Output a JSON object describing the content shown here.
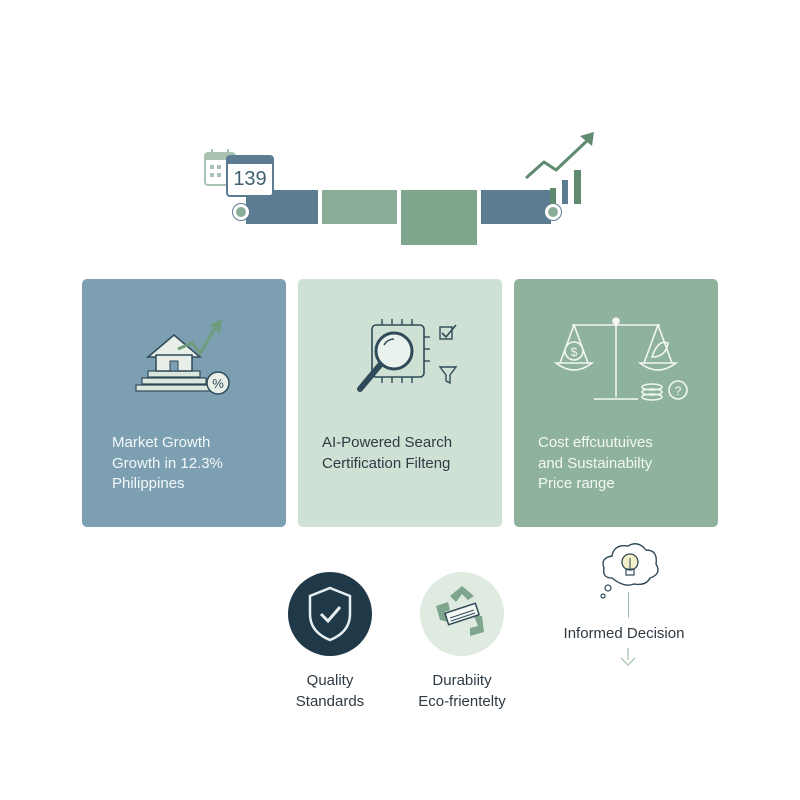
{
  "timeline": {
    "calendar_number": "139",
    "left_icon": "calendar-icon",
    "right_icon": "growth-chart-icon"
  },
  "cards": [
    {
      "icon": "house-growth-icon",
      "lines": [
        "Market Growth",
        "Growth in 12.3%",
        "Philippines"
      ],
      "color": "#7d9fb2"
    },
    {
      "icon": "search-chip-icon",
      "lines": [
        "AI-Powered Search",
        "Certification Filteng"
      ],
      "color": "#cfe1d4"
    },
    {
      "icon": "balance-scale-icon",
      "lines": [
        "Cost effcuutuives",
        "and Sustainabilty",
        "Price range"
      ],
      "color": "#8eb29b"
    }
  ],
  "features": {
    "quality": {
      "icon": "shield-check-icon",
      "lines": [
        "Quality",
        "Standards"
      ]
    },
    "eco": {
      "icon": "recycle-icon",
      "lines": [
        "Durabiity",
        "Eco-frientelty"
      ]
    },
    "decision": {
      "icon": "lightbulb-thought-icon",
      "label": "Informed Decision"
    }
  },
  "colors": {
    "slate_blue": "#5b7c91",
    "sage": "#8aad98",
    "dark_navy": "#1f3948"
  }
}
